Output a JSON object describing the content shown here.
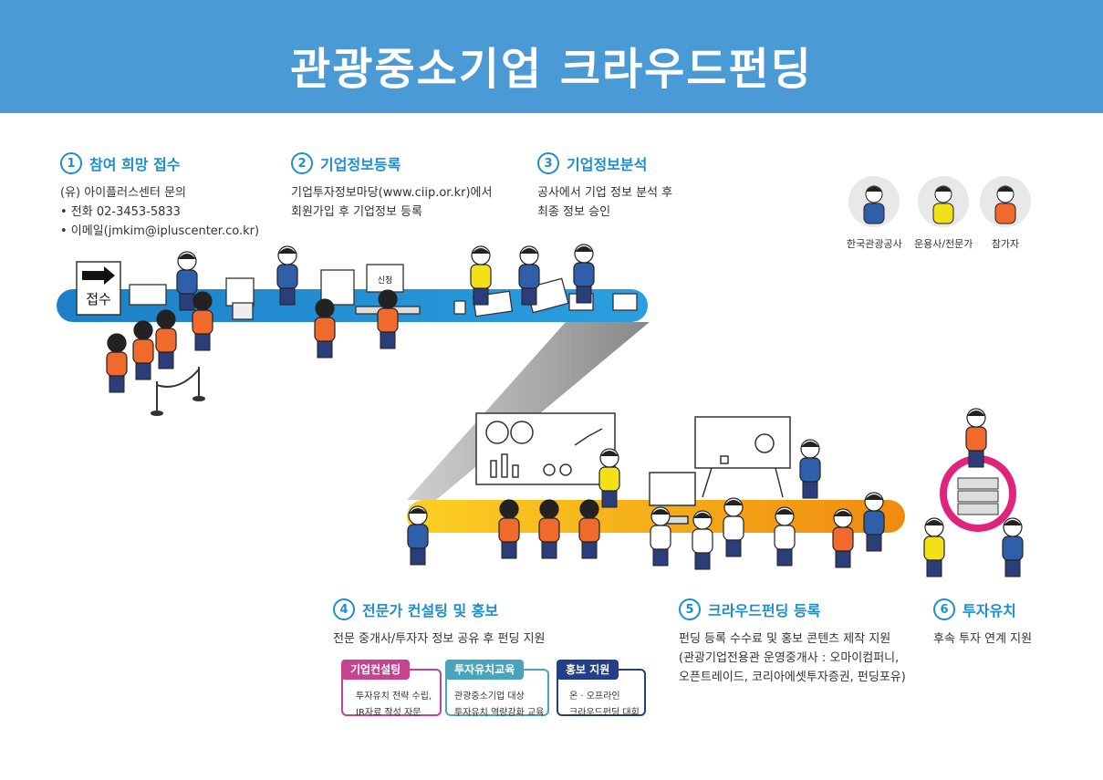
{
  "title": "관광중소기업 크라우드펀딩",
  "steps": [
    {
      "num": "1",
      "title": "참여 희망 접수",
      "lines": [
        "(유) 아이플러스센터 문의",
        "• 전화 02-3453-5833",
        "• 이메일(jmkim@ipluscenter.co.kr)"
      ]
    },
    {
      "num": "2",
      "title": "기업정보등록",
      "lines": [
        "기업투자정보마당(www.ciip.or.kr)에서",
        "회원가입 후 기업정보 등록"
      ]
    },
    {
      "num": "3",
      "title": "기업정보분석",
      "lines": [
        "공사에서 기업 정보 분석 후",
        "최종 정보 승인"
      ]
    },
    {
      "num": "4",
      "title": "전문가 컨설팅 및 홍보",
      "lines": [
        "전문 중개사/투자자 정보 공유 후 펀딩 지원"
      ]
    },
    {
      "num": "5",
      "title": "크라우드펀딩 등록",
      "lines": [
        "펀딩 등록 수수료 및 홍보 콘텐츠 제작 지원",
        "(관광기업전용관 운영중개사 : 오마이컴퍼니,",
        "오픈트레이드, 코리아에셋투자증권, 펀딩포유)"
      ]
    },
    {
      "num": "6",
      "title": "투자유치",
      "lines": [
        "후속 투자 연계 지원"
      ]
    }
  ],
  "legend": [
    {
      "label": "한국관광공사",
      "color": "#2f5fa8"
    },
    {
      "label": "운용사/전문가",
      "color": "#f2e019"
    },
    {
      "label": "참가자",
      "color": "#ef6a2c"
    }
  ],
  "tags": [
    {
      "label": "기업컨설팅",
      "lines": [
        "투자유치 전략 수립,",
        "IR자료 작성 자문"
      ],
      "color": "#c5448f"
    },
    {
      "label": "투자유치교육",
      "lines": [
        "관광중소기업 대상",
        "투자유치 역량강화 교육"
      ],
      "color": "#4aa3bd"
    },
    {
      "label": "홍보 지원",
      "lines": [
        "온 · 오프라인",
        "크라우드펀딩 대회"
      ],
      "color": "#233f8a"
    }
  ],
  "scene": {
    "reception_sign": "접수",
    "apply_screen": "신청"
  },
  "colors": {
    "banner": "#4a9ad6",
    "accent": "#1b8fd0",
    "belt_blue": "#1f8fd4",
    "belt_orange": "#f39a12"
  }
}
